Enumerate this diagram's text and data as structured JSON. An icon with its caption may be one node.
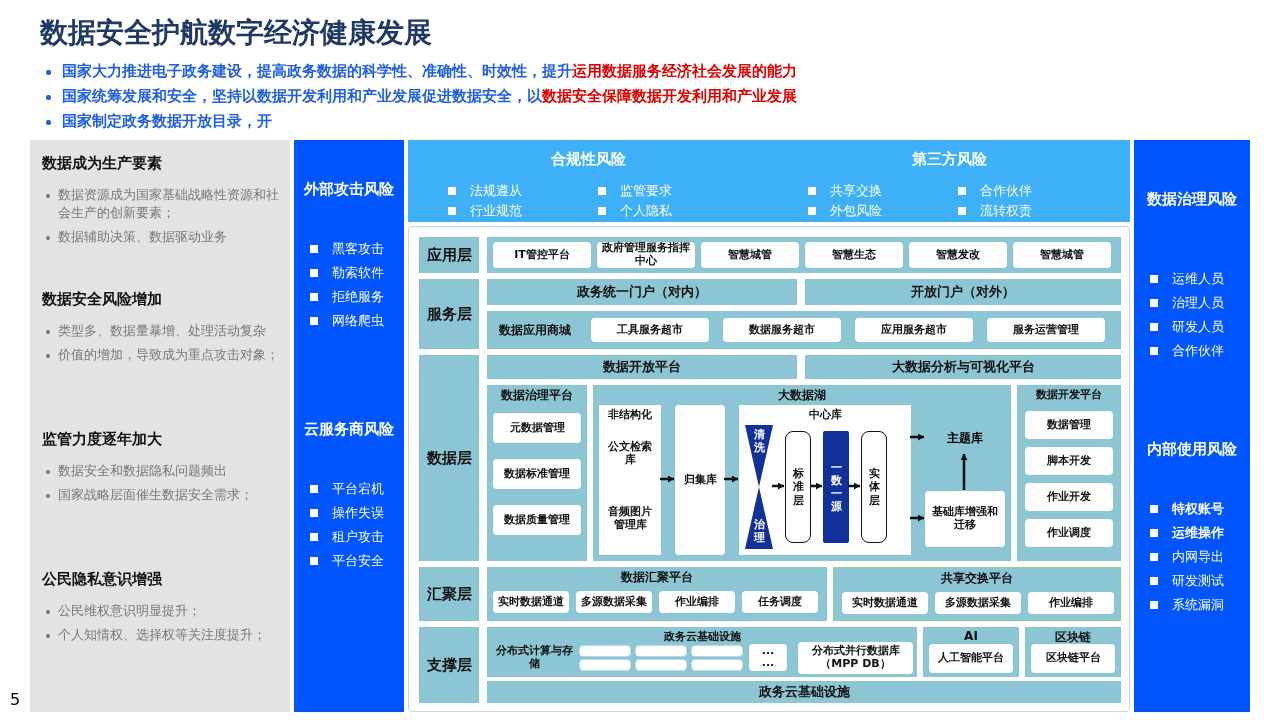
{
  "diagram": {
    "title": "数据安全护航数字经济健康发展",
    "nodes": [
      {
        "text": [
          "数据成为生产要素",
          "数据资源成为国家基础战略性资源和社会生产的创新要素；",
          "数据辅助决策、数据驱动业务",
          "数据安全风险增加",
          "类型多、数据量暴增、处理活动复杂",
          "价值的增加，导致成为重点攻击对象；",
          "监管力度逐年加大",
          "数据安全和数据隐私问题频出",
          "国家战略层面催生数据安全需求；",
          "公民隐私意识增强",
          "公民维权意识明显提升；",
          "个人知情权、选择权等关注度提升；"
        ]
      },
      {
        "text": [
          "外部攻击风险",
          "黑客攻击",
          "勒索软件",
          "拒绝服务",
          "网络爬虫",
          "云服务商风险",
          "平台宕机",
          "操作失误",
          "租户攻击",
          "平台安全"
        ]
      },
      {
        "text": [
          "合规性风险",
          "法规遵从",
          "监管要求",
          "行业规范",
          "个人隐私",
          "第三方风险",
          "共享交换",
          "合作伙伴",
          "外包风险",
          "流转权责"
        ]
      },
      {
        "text": [
          "数据治理风险",
          "运维人员",
          "治理人员",
          "研发人员",
          "合作伙伴",
          "内部使用风险",
          "特权账号",
          "运维操作",
          "内网导出",
          "研发测试",
          "系统漏洞"
        ]
      },
      {
        "text": [],
        "shape": "box"
      },
      {
        "text": [
          "应用层"
        ],
        "in": 4
      },
      {
        "text": [],
        "shape": "bar",
        "in": 4
      },
      {
        "text": [
          "IT管控平台"
        ],
        "in": 6
      },
      {
        "text": [
          "政府管理服务指挥中心"
        ],
        "in": 6
      },
      {
        "text": [
          "智慧城管"
        ],
        "in": 6
      },
      {
        "text": [
          "智慧生态"
        ],
        "in": 6
      },
      {
        "text": [
          "智慧发改"
        ],
        "in": 6
      },
      {
        "text": [
          "智慧城管"
        ],
        "in": 6
      },
      {
        "text": [
          "服务层"
        ],
        "in": 4
      },
      {
        "text": [
          "政务统一门户（对内）"
        ],
        "in": 4
      },
      {
        "text": [
          "开放门户（对外）"
        ],
        "in": 4
      },
      {
        "text": [
          "数据应用商城"
        ],
        "in": 4
      },
      {
        "text": [
          "工具服务超市"
        ],
        "in": 16
      },
      {
        "text": [
          "数据服务超市"
        ],
        "in": 16
      },
      {
        "text": [
          "应用服务超市"
        ],
        "in": 16
      },
      {
        "text": [
          "服务运营管理"
        ],
        "in": 16
      },
      {
        "text": [
          "数据层"
        ],
        "in": 4
      },
      {
        "text": [
          "数据开放平台"
        ],
        "in": 4
      },
      {
        "text": [
          "大数据分析与可视化平台"
        ],
        "in": 4
      },
      {
        "text": [
          "数据治理平台"
        ],
        "in": 4
      },
      {
        "text": [
          "元数据管理"
        ],
        "in": 24
      },
      {
        "text": [
          "数据标准管理"
        ],
        "in": 24
      },
      {
        "text": [
          "数据质量管理"
        ],
        "in": 24
      },
      {
        "text": [
          "大数据湖"
        ],
        "in": 4
      },
      {
        "text": [
          "非结构化"
        ],
        "in": 28
      },
      {
        "text": [
          "公文检索库"
        ],
        "in": 29
      },
      {
        "text": [
          "音频图片管理库"
        ],
        "in": 29
      },
      {
        "text": [
          "归集库"
        ],
        "in": 28
      },
      {
        "text": [
          "中心库"
        ],
        "in": 28
      },
      {
        "text": [
          "清洗",
          "治理"
        ],
        "in": 33
      },
      {
        "text": [
          "标准层"
        ],
        "in": 33
      },
      {
        "text": [
          "一数一源"
        ],
        "in": 33
      },
      {
        "text": [
          "实体层"
        ],
        "in": 33
      },
      {
        "text": [
          "主题库"
        ],
        "in": 28
      },
      {
        "text": [
          "基础库增强和迁移"
        ],
        "in": 28
      },
      {
        "text": [
          "数据开发平台"
        ],
        "in": 4
      },
      {
        "text": [
          "数据管理"
        ],
        "in": 40
      },
      {
        "text": [
          "脚本开发"
        ],
        "in": 40
      },
      {
        "text": [
          "作业开发"
        ],
        "in": 40
      },
      {
        "text": [
          "作业调度"
        ],
        "in": 40
      },
      {
        "text": [
          "汇聚层"
        ],
        "in": 4
      },
      {
        "text": [
          "数据汇聚平台"
        ],
        "in": 4
      },
      {
        "text": [
          "实时数据通道"
        ],
        "in": 46
      },
      {
        "text": [
          "多源数据采集"
        ],
        "in": 46
      },
      {
        "text": [
          "作业编排"
        ],
        "in": 46
      },
      {
        "text": [
          "任务调度"
        ],
        "in": 46
      },
      {
        "text": [
          "共享交换平台"
        ],
        "in": 4
      },
      {
        "text": [
          "实时数据通道"
        ],
        "in": 51
      },
      {
        "text": [
          "多源数据采集"
        ],
        "in": 51
      },
      {
        "text": [
          "作业编排"
        ],
        "in": 51
      },
      {
        "text": [
          "支撑层"
        ],
        "in": 4
      },
      {
        "text": [
          "政务云基础设施"
        ],
        "in": 4
      },
      {
        "text": [
          "分布式计算与存储"
        ],
        "in": 56
      },
      {
        "text": [],
        "shape": "box",
        "in": 57
      },
      {
        "text": [],
        "shape": "box",
        "in": 57
      },
      {
        "text": [],
        "shape": "box",
        "in": 57
      },
      {
        "text": [],
        "shape": "box",
        "in": 57
      },
      {
        "text": [],
        "shape": "box",
        "in": 57
      },
      {
        "text": [],
        "shape": "box",
        "in": 57
      },
      {
        "text": [
          "...",
          "..."
        ],
        "in": 57
      },
      {
        "text": [
          "分布式并行数据库（MPP DB）"
        ],
        "in": 56
      },
      {
        "text": [
          "AI"
        ],
        "in": 4
      },
      {
        "text": [
          "人工智能平台"
        ],
        "in": 66
      },
      {
        "text": [
          "区块链"
        ],
        "in": 4
      },
      {
        "text": [
          "区块链平台"
        ],
        "in": 68
      },
      {
        "text": [
          "政务云基础设施"
        ],
        "in": 4
      }
    ],
    "edges": [
      {
        "from": 29,
        "to": 32,
        "arrow": "to"
      },
      {
        "from": 32,
        "to": 33,
        "arrow": "to"
      },
      {
        "from": 34,
        "to": 35,
        "arrow": "to"
      },
      {
        "from": 35,
        "to": 36,
        "arrow": "to"
      },
      {
        "from": 36,
        "to": 37,
        "arrow": "to"
      },
      {
        "from": 33,
        "to": 38,
        "arrow": "to"
      },
      {
        "from": 33,
        "to": 39,
        "arrow": "to"
      },
      {
        "from": 39,
        "to": 38,
        "arrow": "to"
      }
    ],
    "labels": [
      "国家大力推进电子政务建设，提高政务数据的科学性、准确性、时效性，提升**运用数据服务经济社会发展的能力**",
      "国家统筹发展和安全，坚持以数据开发利用和产业发展促进数据安全，以**数据安全保障数据开发利用和产业发展**",
      "国家制定政务数据开放目录，开",
      "5"
    ]
  }
}
